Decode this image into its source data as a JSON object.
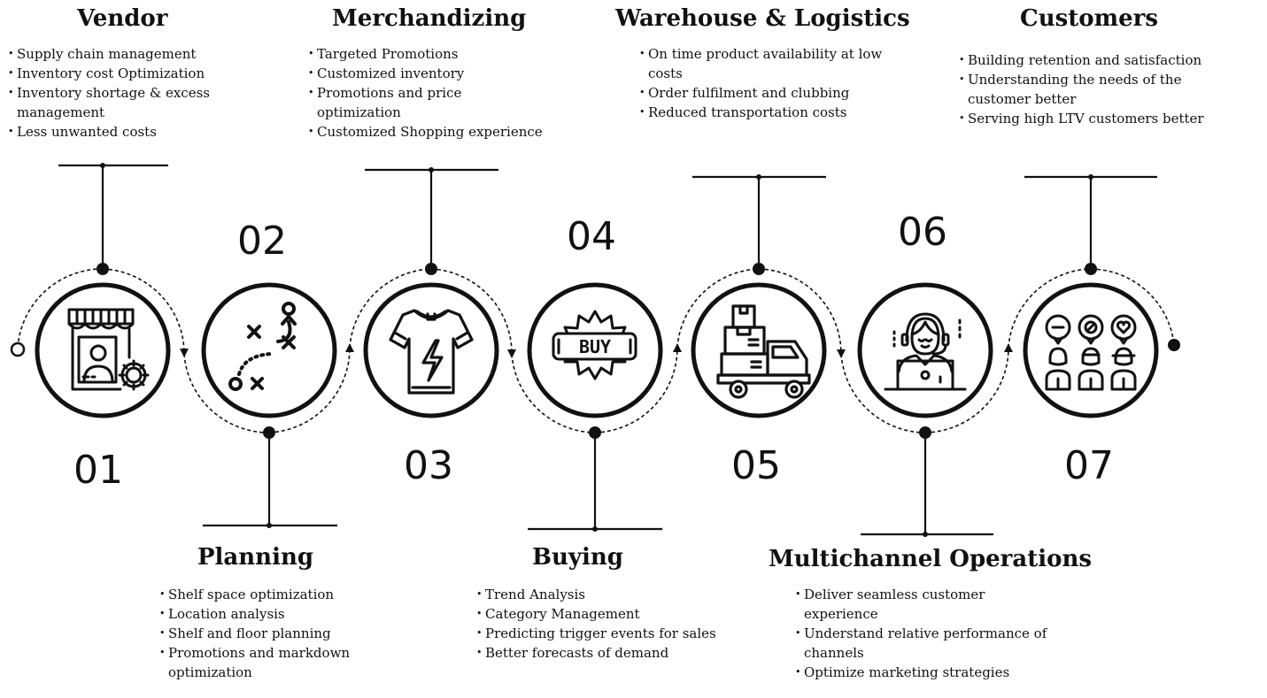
{
  "steps": [
    {
      "number": "01",
      "title": "Vendor",
      "icon": "storefront-gear-icon",
      "bullets": [
        "Supply chain management",
        "Inventory cost Optimization",
        "Inventory shortage & excess management",
        "Less unwanted costs"
      ]
    },
    {
      "number": "02",
      "title": "Planning",
      "icon": "strategy-plan-icon",
      "bullets": [
        "Shelf space optimization",
        "Location analysis",
        "Shelf and floor planning",
        "Promotions and markdown optimization"
      ]
    },
    {
      "number": "03",
      "title": "Merchandizing",
      "icon": "tshirt-flash-icon",
      "bullets": [
        "Targeted Promotions",
        "Customized inventory",
        "Promotions and price optimization",
        "Customized Shopping experience"
      ]
    },
    {
      "number": "04",
      "title": "Buying",
      "icon": "buy-badge-icon",
      "badge_text": "BUY",
      "bullets": [
        "Trend Analysis",
        "Category Management",
        "Predicting trigger events for sales",
        "Better forecasts of demand"
      ]
    },
    {
      "number": "05",
      "title": "Warehouse & Logistics",
      "icon": "delivery-truck-icon",
      "bullets": [
        "On time product availability at low costs",
        "Order fulfilment and clubbing",
        "Reduced transportation costs"
      ]
    },
    {
      "number": "06",
      "title": "Multichannel Operations",
      "icon": "support-agent-laptop-icon",
      "bullets": [
        "Deliver seamless customer experience",
        "Understand relative performance of channels",
        "Optimize marketing strategies"
      ]
    },
    {
      "number": "07",
      "title": "Customers",
      "icon": "customers-feedback-icon",
      "bullets": [
        "Building retention and satisfaction",
        "Understanding the needs of the customer better",
        "Serving high LTV customers better"
      ]
    }
  ],
  "colors": {
    "ink": "#111111",
    "background": "#ffffff"
  }
}
